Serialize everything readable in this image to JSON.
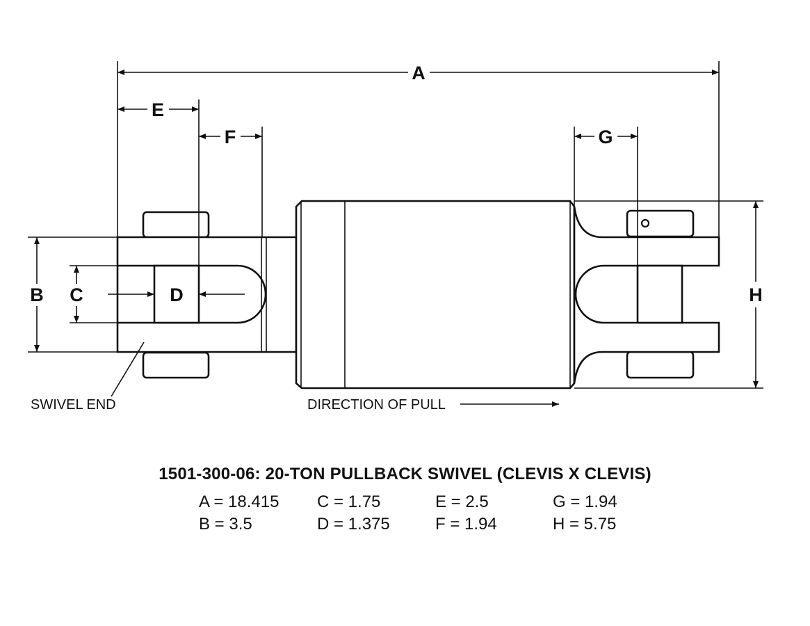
{
  "drawing": {
    "dimension_labels": {
      "A": "A",
      "B": "B",
      "C": "C",
      "D": "D",
      "E": "E",
      "F": "F",
      "G": "G",
      "H": "H"
    },
    "notes": {
      "swivel_end": "SWIVEL END",
      "direction_of_pull": "DIRECTION OF PULL"
    }
  },
  "caption": {
    "title": "1501-300-06: 20-TON PULLBACK SWIVEL (CLEVIS X CLEVIS)",
    "specs": [
      {
        "id": "A",
        "text": "A = 18.415"
      },
      {
        "id": "C",
        "text": "C = 1.75"
      },
      {
        "id": "E",
        "text": "E = 2.5"
      },
      {
        "id": "G",
        "text": "G = 1.94"
      },
      {
        "id": "B",
        "text": "B = 3.5"
      },
      {
        "id": "D",
        "text": "D = 1.375"
      },
      {
        "id": "F",
        "text": "F = 1.94"
      },
      {
        "id": "H",
        "text": "H = 5.75"
      }
    ]
  }
}
